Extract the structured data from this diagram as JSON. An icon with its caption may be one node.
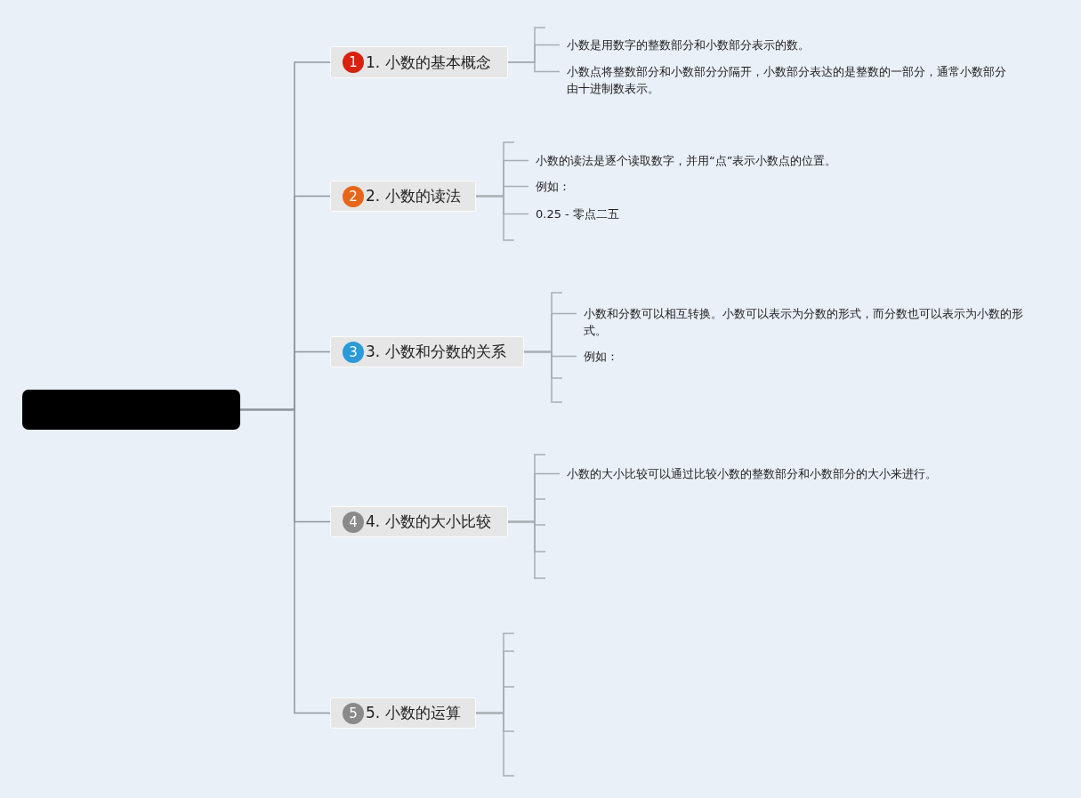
{
  "diagram": {
    "nodes": [
      {
        "text": [],
        "shape": "box"
      },
      {
        "text": [
          "1",
          "1. 小数的基本概念"
        ]
      },
      {
        "text": [
          "小数是用数字的整数部分和小数部分表示的数。"
        ]
      },
      {
        "text": [
          "小数点将整数部分和小数部分分隔开，小数部分表达的是整数的一部分，通常小数部分由十进制数表示。"
        ]
      },
      {
        "text": [
          "2",
          "2. 小数的读法"
        ]
      },
      {
        "text": [
          "小数的读法是逐个读取数字，并用“点”表示小数点的位置。"
        ]
      },
      {
        "text": [
          "例如："
        ]
      },
      {
        "text": [
          "0.25 - 零点二五"
        ]
      },
      {
        "text": [
          "3",
          "3. 小数和分数的关系"
        ]
      },
      {
        "text": [
          "小数和分数可以相互转换。小数可以表示为分数的形式，而分数也可以表示为小数的形式。"
        ]
      },
      {
        "text": [
          "例如："
        ]
      },
      {
        "text": [
          "4",
          "4. 小数的大小比较"
        ]
      },
      {
        "text": [
          "小数的大小比较可以通过比较小数的整数部分和小数部分的大小来进行。"
        ]
      },
      {
        "text": [
          "5",
          "5. 小数的运算"
        ]
      }
    ],
    "edges": [
      {
        "from": 0,
        "to": 1,
        "arrow": "none"
      },
      {
        "from": 0,
        "to": 4,
        "arrow": "none"
      },
      {
        "from": 0,
        "to": 8,
        "arrow": "none"
      },
      {
        "from": 0,
        "to": 11,
        "arrow": "none"
      },
      {
        "from": 0,
        "to": 13,
        "arrow": "none"
      },
      {
        "from": 1,
        "to": null,
        "arrow": "none"
      },
      {
        "from": 1,
        "to": 2,
        "arrow": "none"
      },
      {
        "from": 1,
        "to": 3,
        "arrow": "none"
      },
      {
        "from": 4,
        "to": null,
        "arrow": "none"
      },
      {
        "from": 4,
        "to": 5,
        "arrow": "none"
      },
      {
        "from": 4,
        "to": 6,
        "arrow": "none"
      },
      {
        "from": 4,
        "to": 7,
        "arrow": "none"
      },
      {
        "from": 4,
        "to": null,
        "arrow": "none"
      },
      {
        "from": 8,
        "to": null,
        "arrow": "none"
      },
      {
        "from": 8,
        "to": 9,
        "arrow": "none"
      },
      {
        "from": 8,
        "to": 10,
        "arrow": "none"
      },
      {
        "from": 8,
        "to": null,
        "arrow": "none"
      },
      {
        "from": 8,
        "to": null,
        "arrow": "none"
      },
      {
        "from": 11,
        "to": null,
        "arrow": "none"
      },
      {
        "from": 11,
        "to": 12,
        "arrow": "none"
      },
      {
        "from": 11,
        "to": null,
        "arrow": "none"
      },
      {
        "from": 11,
        "to": null,
        "arrow": "none"
      },
      {
        "from": 11,
        "to": null,
        "arrow": "none"
      },
      {
        "from": 11,
        "to": null,
        "arrow": "none"
      },
      {
        "from": 13,
        "to": null,
        "arrow": "none"
      },
      {
        "from": 13,
        "to": null,
        "arrow": "none"
      },
      {
        "from": 13,
        "to": null,
        "arrow": "none"
      },
      {
        "from": 13,
        "to": null,
        "arrow": "none"
      },
      {
        "from": 13,
        "to": null,
        "arrow": "none"
      }
    ]
  }
}
